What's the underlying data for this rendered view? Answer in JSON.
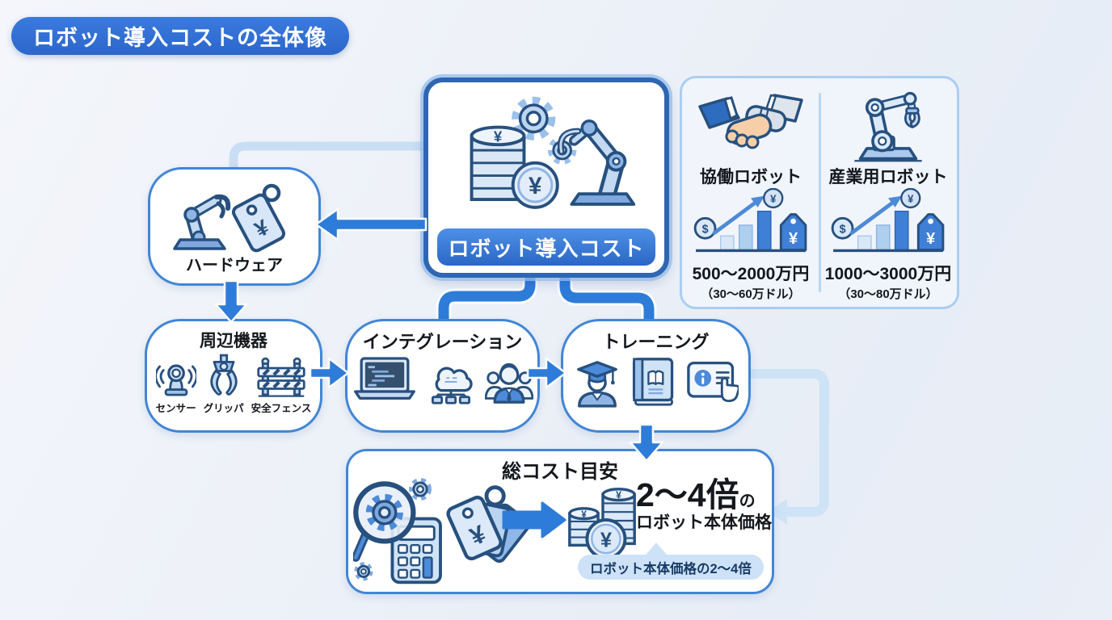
{
  "title_badge": "ロボット導入コストの全体像",
  "center_node": {
    "label": "ロボット導入コスト",
    "icon": "coins-gears-robot-arm-icon"
  },
  "robot_cost_panel": {
    "items": [
      {
        "icon": "handshake-icon",
        "name": "協働ロボット",
        "price_jpy": "500〜2000万円",
        "price_usd": "（30〜60万ドル）"
      },
      {
        "icon": "industrial-robot-arm-icon",
        "name": "産業用ロボット",
        "price_jpy": "1000〜3000万円",
        "price_usd": "（30〜80万ドル）"
      }
    ]
  },
  "hardware_node": {
    "label": "ハードウェア",
    "icon": "robot-arm-price-tag-icon"
  },
  "peripherals_node": {
    "label": "周辺機器",
    "items": [
      {
        "label": "センサー",
        "icon": "sensor-icon"
      },
      {
        "label": "グリッパ",
        "icon": "gripper-icon"
      },
      {
        "label": "安全フェンス",
        "icon": "safety-fence-icon"
      }
    ]
  },
  "integration_node": {
    "label": "インテグレーション",
    "icons": [
      "laptop-code-icon",
      "cloud-network-icon",
      "team-icon"
    ]
  },
  "training_node": {
    "label": "トレーニング",
    "icons": [
      "graduate-icon",
      "manual-book-icon",
      "tutorial-click-icon"
    ]
  },
  "total_cost_node": {
    "title": "総コスト目安",
    "multiplier": "2〜4倍",
    "particle": "の",
    "subject": "ロボット本体価格",
    "badge": "ロボット本体価格の2〜4倍",
    "icons": [
      "magnifier-gears-calculator-icon",
      "price-tags-icon",
      "coin-stacks-icon"
    ]
  },
  "colors": {
    "accent_blue": "#2e7cd9",
    "box_border": "#4286d6",
    "center_border": "#2f66b2",
    "navy_outline": "#27507e",
    "light_connector": "#cfe3f7",
    "badge_bg": "#cde2f7",
    "title_bg": "#3273d8"
  }
}
